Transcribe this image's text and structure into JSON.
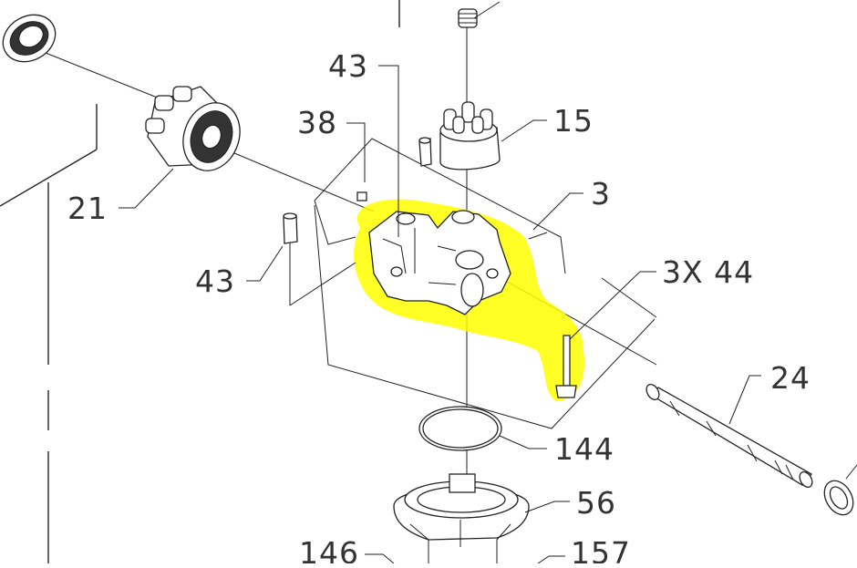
{
  "diagram": {
    "highlight_color": "#ffff00",
    "line_color": "#222222",
    "callouts": {
      "c43_top": "43",
      "c38": "38",
      "c15": "15",
      "c3": "3",
      "c21": "21",
      "c43_left": "43",
      "c3x44": "3X 44",
      "c24": "24",
      "c144": "144",
      "c56": "56",
      "c146": "146",
      "c157": "157"
    }
  }
}
